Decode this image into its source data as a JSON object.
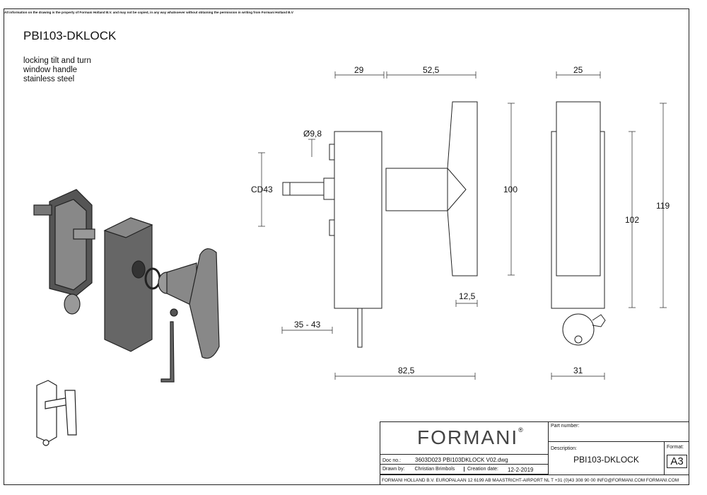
{
  "notice": "All information on the drawing is the property of Formani Holland B.V. and may not be copied, in any way whatsoever without obtaining the permission in writing from Formani Holland B.V",
  "title": "PBI103-DKLOCK",
  "description": [
    "locking tilt and turn",
    "window handle",
    "stainless steel"
  ],
  "dimensions": {
    "d29": "29",
    "d52_5": "52,5",
    "d25": "25",
    "d9_8": "Ø9,8",
    "cd43": "CD43",
    "d100": "100",
    "d102": "102",
    "d119": "119",
    "d12_5": "12,5",
    "d35_43": "35 - 43",
    "d82_5": "82,5",
    "d31": "31"
  },
  "title_block": {
    "logo": "FORMANI",
    "logo_mark": "®",
    "part_number_label": "Part number:",
    "description_label": "Description:",
    "description_value": "PBI103-DKLOCK",
    "format_label": "Format:",
    "format_value": "A3",
    "doc_no_label": "Doc no.:",
    "doc_no_value": "3603D023 PBI103DKLOCK V02.dwg",
    "drawn_by_label": "Drawn by:",
    "drawn_by_value": "Christian Brimbols",
    "creation_date_label": "Creation date:",
    "creation_date_value": "12-2-2019",
    "footer": "FORMANI HOLLAND B.V.  EUROPALAAN 12  6199 AB MAASTRICHT-AIRPORT NL  T +31 (0)43 308 90 00 INFO@FORMANI.COM FORMANI.COM"
  }
}
